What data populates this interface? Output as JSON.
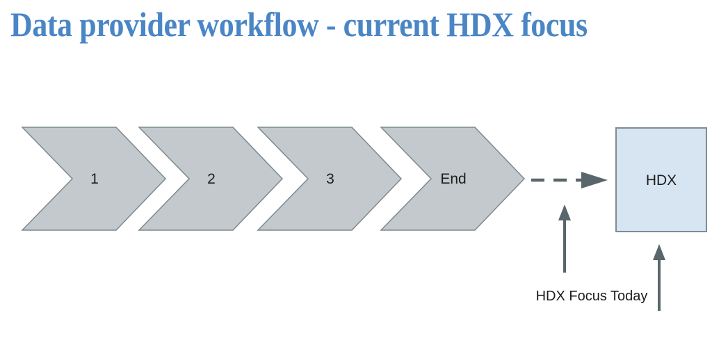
{
  "title": "Data provider workflow - current HDX focus",
  "diagram": {
    "steps": [
      {
        "label": "1"
      },
      {
        "label": "2"
      },
      {
        "label": "3"
      },
      {
        "label": "End"
      }
    ],
    "hdx_box": {
      "label": "HDX"
    },
    "annotation": {
      "label": "HDX Focus Today"
    }
  },
  "colors": {
    "title_blue": "#4A86C6",
    "chevron_fill": "#C3C9CC",
    "chevron_stroke": "#7D898E",
    "hdx_box_fill": "#D7E4F1",
    "hdx_box_stroke": "#7E8C96",
    "arrow_gray": "#59666B",
    "label_text": "#1D1D1D"
  }
}
